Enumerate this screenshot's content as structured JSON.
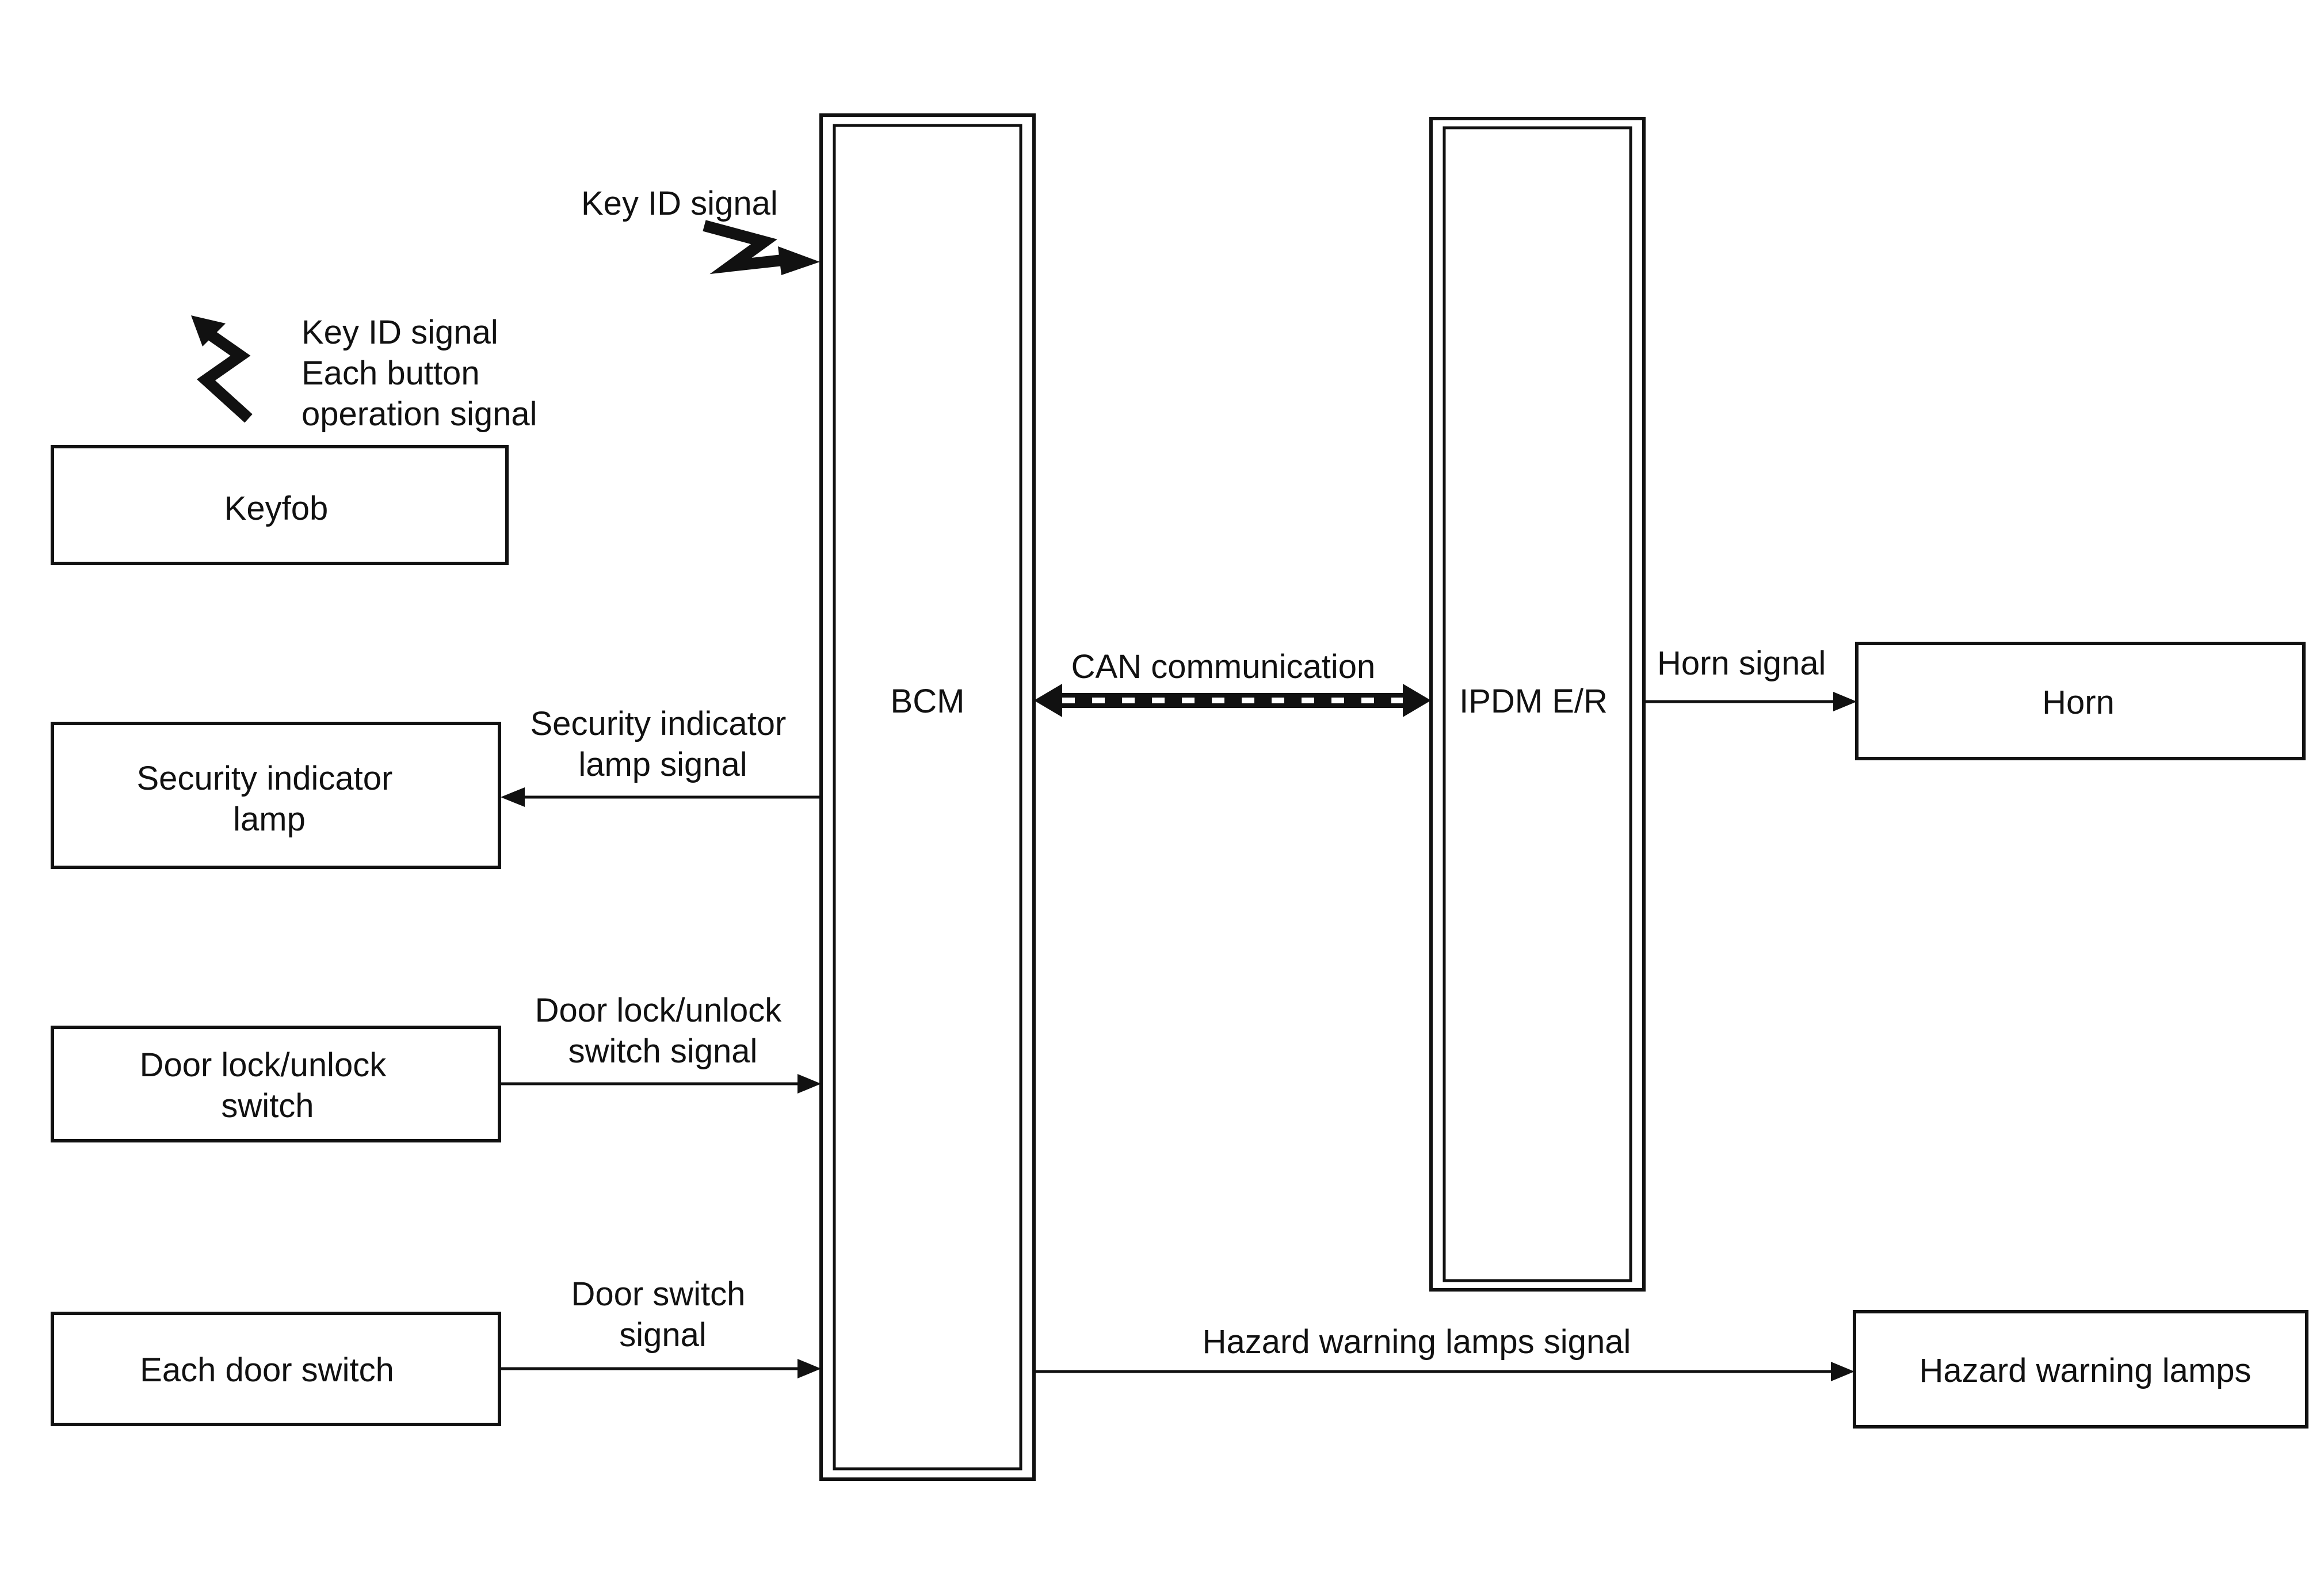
{
  "blocks": {
    "keyfob": "Keyfob",
    "security_lamp": [
      "Security indicator",
      "lamp"
    ],
    "door_lock_switch": [
      "Door lock/unlock",
      "switch"
    ],
    "door_switch": "Each door switch",
    "bcm": "BCM",
    "ipdm": "IPDM E/R",
    "horn": "Horn",
    "hazard_lamps": "Hazard warning lamps"
  },
  "signals": {
    "key_id_to_bcm": "Key ID signal",
    "keyfob_wireless": [
      "Key ID signal",
      "Each button",
      "operation signal"
    ],
    "security_lamp_signal": [
      "Security indicator",
      "lamp signal"
    ],
    "door_lock_signal": [
      "Door lock/unlock",
      "switch signal"
    ],
    "door_switch_signal": [
      "Door switch",
      "signal"
    ],
    "can": "CAN communication",
    "horn_signal": "Horn signal",
    "hazard_signal": "Hazard warning lamps signal"
  },
  "icons": {
    "wireless": "lightning-bolt-icon"
  }
}
